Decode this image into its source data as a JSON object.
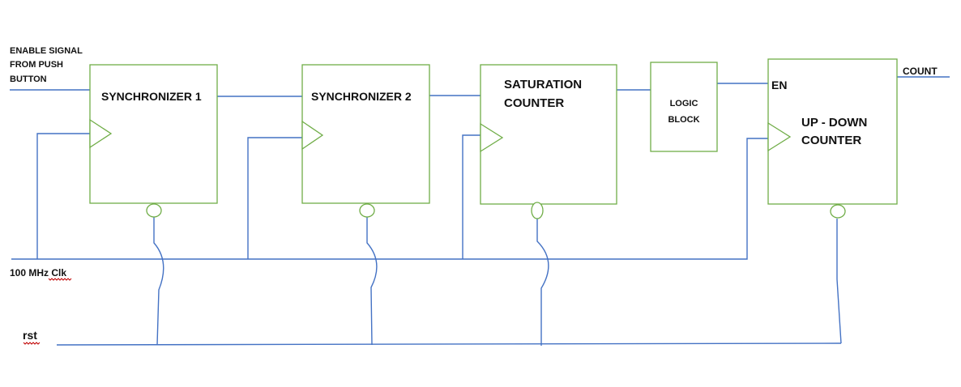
{
  "input_label": [
    "ENABLE SIGNAL",
    "FROM PUSH",
    "BUTTON"
  ],
  "clock_label": "100 MHz Clk",
  "reset_label": "rst",
  "output_label": "COUNT",
  "blocks": {
    "sync1": [
      "SYNCHRONIZER 1"
    ],
    "sync2": [
      "SYNCHRONIZER  2"
    ],
    "sat": [
      "SATURATION",
      "COUNTER"
    ],
    "logic": [
      "LOGIC",
      "BLOCK"
    ],
    "updown": [
      "UP - DOWN",
      "COUNTER"
    ]
  },
  "enable_pin_label": "EN",
  "colors": {
    "block_border": "#70ad47",
    "wire": "#4472c4",
    "text": "#111111",
    "spellcheck_underline": "#c00000"
  }
}
